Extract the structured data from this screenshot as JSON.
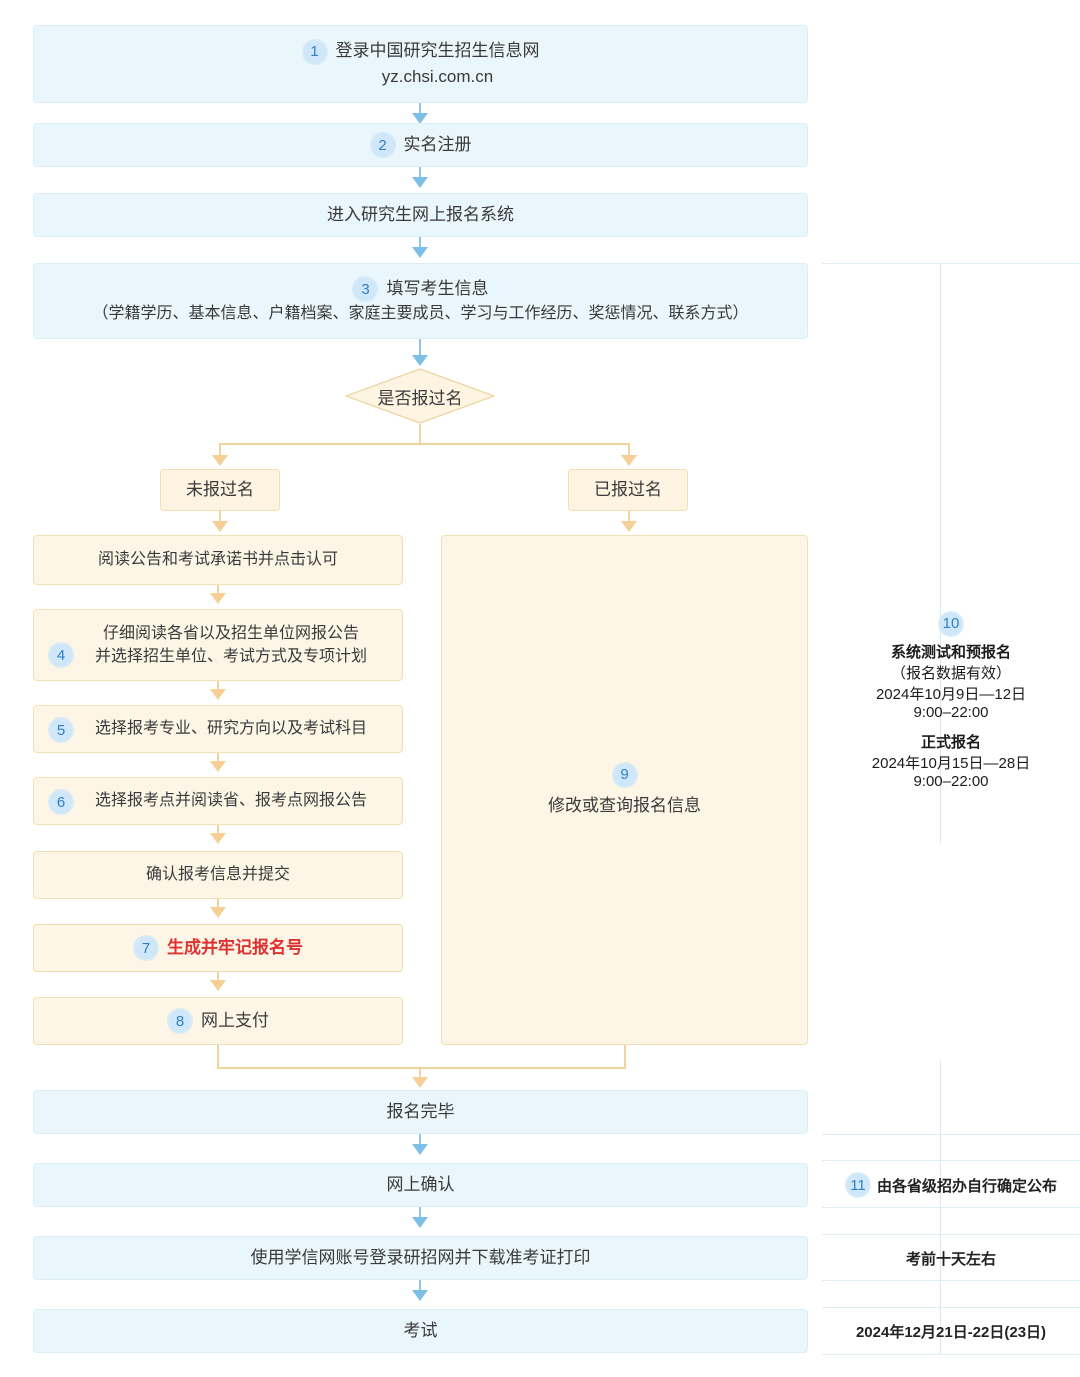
{
  "flow": {
    "step1": {
      "num": "1",
      "line1": "登录中国研究生招生信息网",
      "line2": "yz.chsi.com.cn"
    },
    "step2": {
      "num": "2",
      "label": "实名注册"
    },
    "step_enter": {
      "label": "进入研究生网上报名系统"
    },
    "step3": {
      "num": "3",
      "title": "填写考生信息",
      "detail": "（学籍学历、基本信息、户籍档案、家庭主要成员、学习与工作经历、奖惩情况、联系方式）"
    },
    "decision": {
      "label": "是否报过名"
    },
    "branch_left": {
      "label": "未报过名"
    },
    "branch_right": {
      "label": "已报过名"
    },
    "left_col": [
      {
        "num": "",
        "label": "阅读公告和考试承诺书并点击认可"
      },
      {
        "num": "4",
        "line1": "仔细阅读各省以及招生单位网报公告",
        "line2": "并选择招生单位、考试方式及专项计划"
      },
      {
        "num": "5",
        "label": "选择报考专业、研究方向以及考试科目"
      },
      {
        "num": "6",
        "label": "选择报考点并阅读省、报考点网报公告"
      },
      {
        "num": "",
        "label": "确认报考信息并提交"
      },
      {
        "num": "7",
        "label": "生成并牢记报名号"
      },
      {
        "num": "8",
        "label": "网上支付"
      }
    ],
    "right_panel": {
      "num": "9",
      "label": "修改或查询报名信息"
    },
    "bottom": [
      {
        "label": "报名完毕"
      },
      {
        "label": "网上确认"
      },
      {
        "label": "使用学信网账号登录研招网并下载准考证打印"
      },
      {
        "label": "考试"
      }
    ]
  },
  "sidebar": {
    "step10": {
      "num": "10",
      "title1": "系统测试和预报名",
      "sub1": "（报名数据有效）",
      "date1": "2024年10月9日—12日",
      "time1": "9:00–22:00",
      "title2": "正式报名",
      "date2": "2024年10月15日—28日",
      "time2": "9:00–22:00"
    },
    "step11": {
      "num": "11",
      "label": "由各省级招办自行确定公布"
    },
    "note_ticket": {
      "label": "考前十天左右"
    },
    "note_exam": {
      "label": "2024年12月21日-22日(23日)"
    }
  },
  "colors": {
    "blue_fill": "#e9f6fb",
    "orange_fill": "#fdf4e2",
    "blue_arrow": "#7ebfe8",
    "orange_arrow": "#f6cf96",
    "badge_text": "#2f80c4",
    "highlight_red": "#e03131"
  }
}
